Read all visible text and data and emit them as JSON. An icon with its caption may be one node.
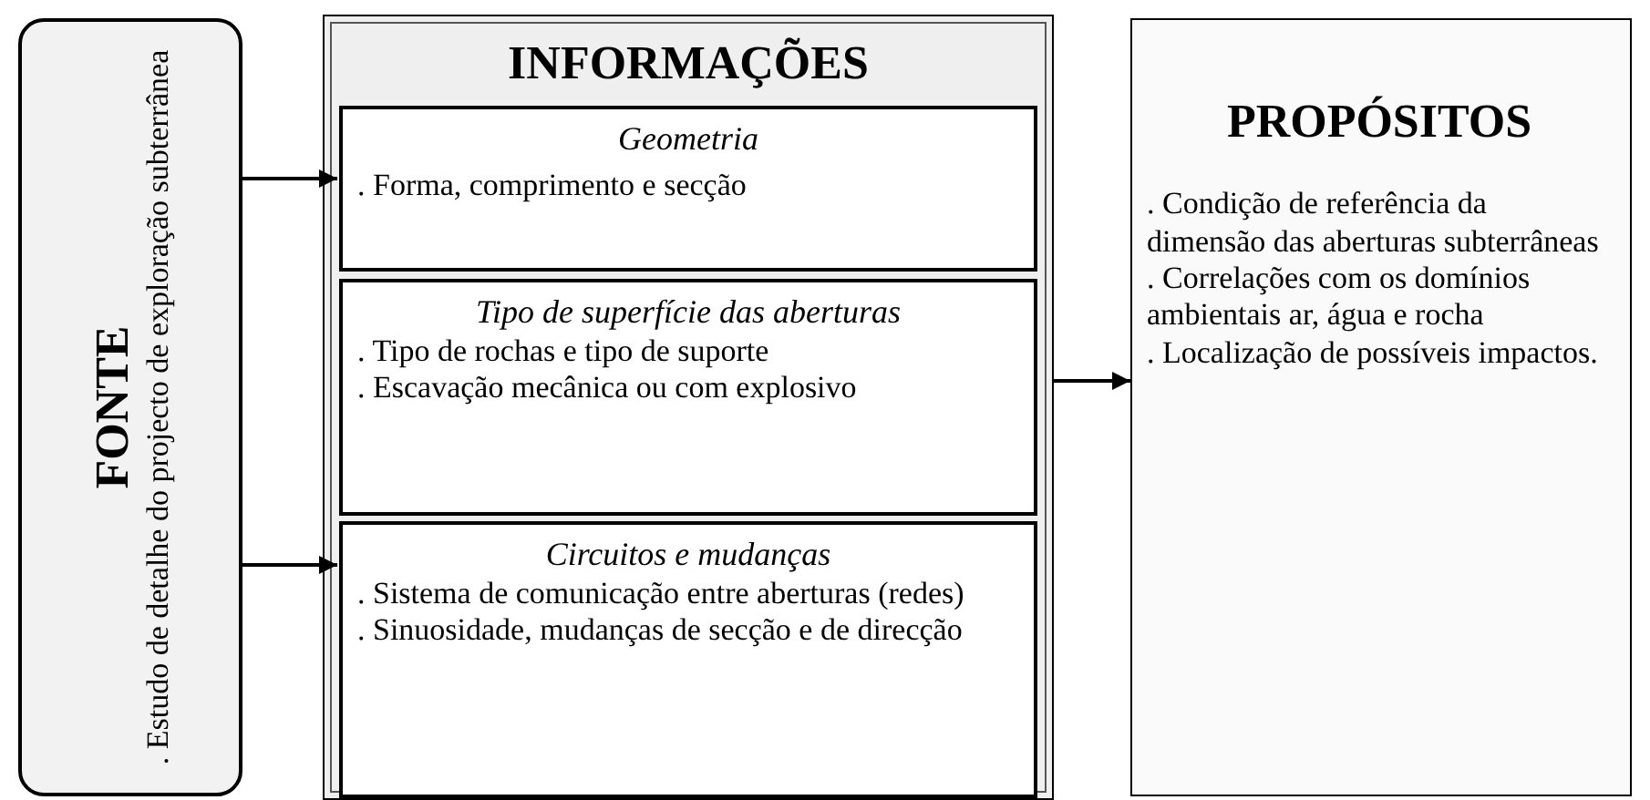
{
  "diagram": {
    "nodes": [
      {
        "text": [
          "FONTE",
          ". Estudo de detalhe do projecto de exploração subterrânea"
        ]
      },
      {
        "text": [
          "INFORMAÇÕES"
        ]
      },
      {
        "text": [
          "Geometria",
          ". Forma, comprimento e secção"
        ],
        "in": 1
      },
      {
        "text": [
          "Tipo de superfície das aberturas",
          ". Tipo de rochas e tipo de suporte",
          ". Escavação mecânica ou com explosivo"
        ],
        "in": 1
      },
      {
        "text": [
          "Circuitos e mudanças",
          ". Sistema de comunicação entre aberturas (redes)",
          ". Sinuosidade, mudanças de secção e de direcção"
        ],
        "in": 1
      },
      {
        "text": [
          "PROPÓSITOS",
          ". Condição de referência da dimensão das aberturas subterrâneas",
          ". Correlações com os domínios ambientais ar, água e rocha",
          ". Localização de possíveis impactos."
        ]
      }
    ],
    "edges": [
      {
        "from": 0,
        "to": 2,
        "arrow": "to"
      },
      {
        "from": 0,
        "to": 4,
        "arrow": "to"
      },
      {
        "from": 1,
        "to": 5,
        "arrow": "to"
      }
    ]
  }
}
